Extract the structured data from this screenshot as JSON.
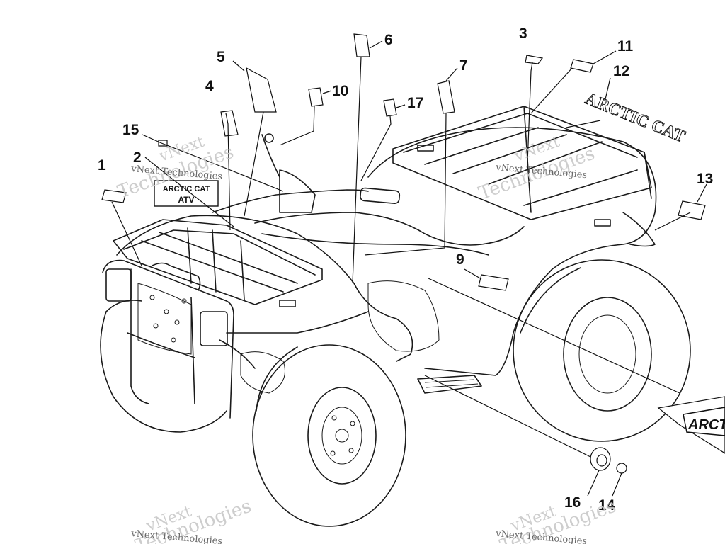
{
  "callouts": [
    "1",
    "2",
    "3",
    "4",
    "5",
    "6",
    "7",
    "9",
    "10",
    "11",
    "12",
    "13",
    "14",
    "15",
    "16",
    "17"
  ],
  "decal_front_text": [
    "ARCTIC CAT",
    "ATV"
  ],
  "decal_rear_text": "ARCTIC CAT",
  "decal_side_text": "ARCTIC",
  "watermark": [
    "vNext",
    "Technologies",
    "vNext Technologies"
  ]
}
